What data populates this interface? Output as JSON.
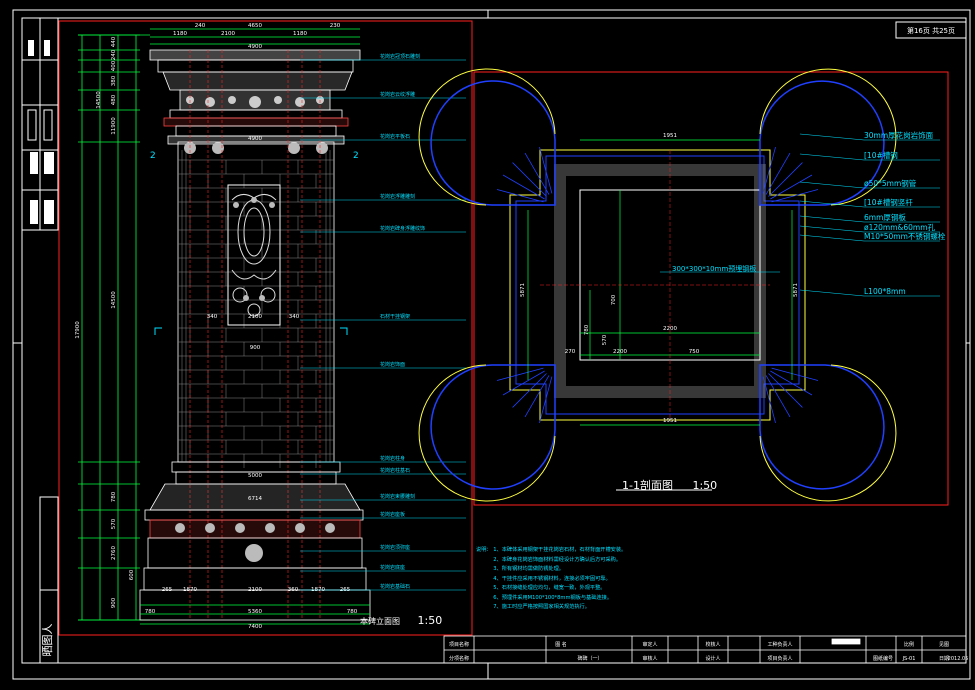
{
  "sheet": {
    "page_no": "第16页 共25页",
    "side_stamp": "晒图人"
  },
  "elevation": {
    "title": "本碑立面图",
    "scale": "1:50",
    "section_marker": "2",
    "section_marker_right": "2",
    "left_dims": [
      "440",
      "240",
      "400",
      "380",
      "480",
      "11900",
      "14500",
      "17900",
      "780",
      "570",
      "2760",
      "600",
      "900"
    ],
    "top_dims": [
      "4650",
      "240",
      "1180",
      "2100",
      "1180",
      "230"
    ],
    "mid_dims": [
      "4900",
      "4900",
      "5000",
      "6714"
    ],
    "bottom_dims": [
      "780",
      "5360",
      "780",
      "7400",
      "265",
      "1870",
      "2100",
      "360",
      "1870",
      "265"
    ],
    "window_dims": [
      "340",
      "2100",
      "340",
      "900"
    ],
    "callouts": [
      "花岗岩冠顶石雕刻",
      "花岗岩云纹浮雕",
      "花岗岩平板石",
      "花岗岩浮雕雕刻",
      "花岗岩碑身浮雕纹饰",
      "石材干挂钢架",
      "花岗岩饰面",
      "花岗岩柱身",
      "花岗岩柱基石",
      "花岗岩束腰雕刻",
      "花岗岩座板",
      "花岗岩须弥座",
      "花岗岩底座",
      "花岗岩基础石"
    ]
  },
  "plan": {
    "title": "1-1剖面图",
    "scale": "1:50",
    "dims": [
      "1951",
      "1951",
      "2200",
      "750",
      "2200",
      "5871",
      "5871",
      "780",
      "700",
      "570",
      "270"
    ],
    "callouts": [
      "30mm厚花岗岩饰面",
      "[10#槽钢",
      "ø50*5mm钢管",
      "[10#槽钢竖杆",
      "6mm厚钢板",
      "ø120mm&60mm孔",
      "M10*50mm不锈钢螺栓",
      "300*300*10mm预埋钢板",
      "L100*8mm"
    ]
  },
  "notes": {
    "header": "说明：",
    "items": [
      "1、本碑体采用钢架干挂花岗岩石材，石材背面开槽安装。",
      "2、本碑身花岗岩饰面材料需经设计方确认后方可采购。",
      "3、所有钢材均需做防锈处理。",
      "4、干挂件应采用不锈钢材料，连接必须牢固可靠。",
      "5、石材接缝处理应均匀，缝宽一致，外观平整。",
      "6、预埋件采用M100*100*8mm钢板与基础连接。",
      "7、施工时应严格按照国家相关规范执行。"
    ]
  },
  "titleblock": {
    "cells": [
      "项目名称",
      "分项名称",
      "图  名",
      "碑碑（一）",
      "审定人",
      "审核人",
      "校核人",
      "设计人",
      "工种负责人",
      "项目负责人",
      "图纸编号",
      "JS-01",
      "比例",
      "日期",
      "见图",
      "2012.05"
    ]
  },
  "colors": {
    "frame": "#ffffff",
    "border_red": "#ff2020",
    "dim_green": "#00ff40",
    "callout_cyan": "#00e0ff",
    "stone_yellow": "#ffff40",
    "steel_blue": "#2040ff",
    "hatch_gray": "#a0a0a0"
  }
}
